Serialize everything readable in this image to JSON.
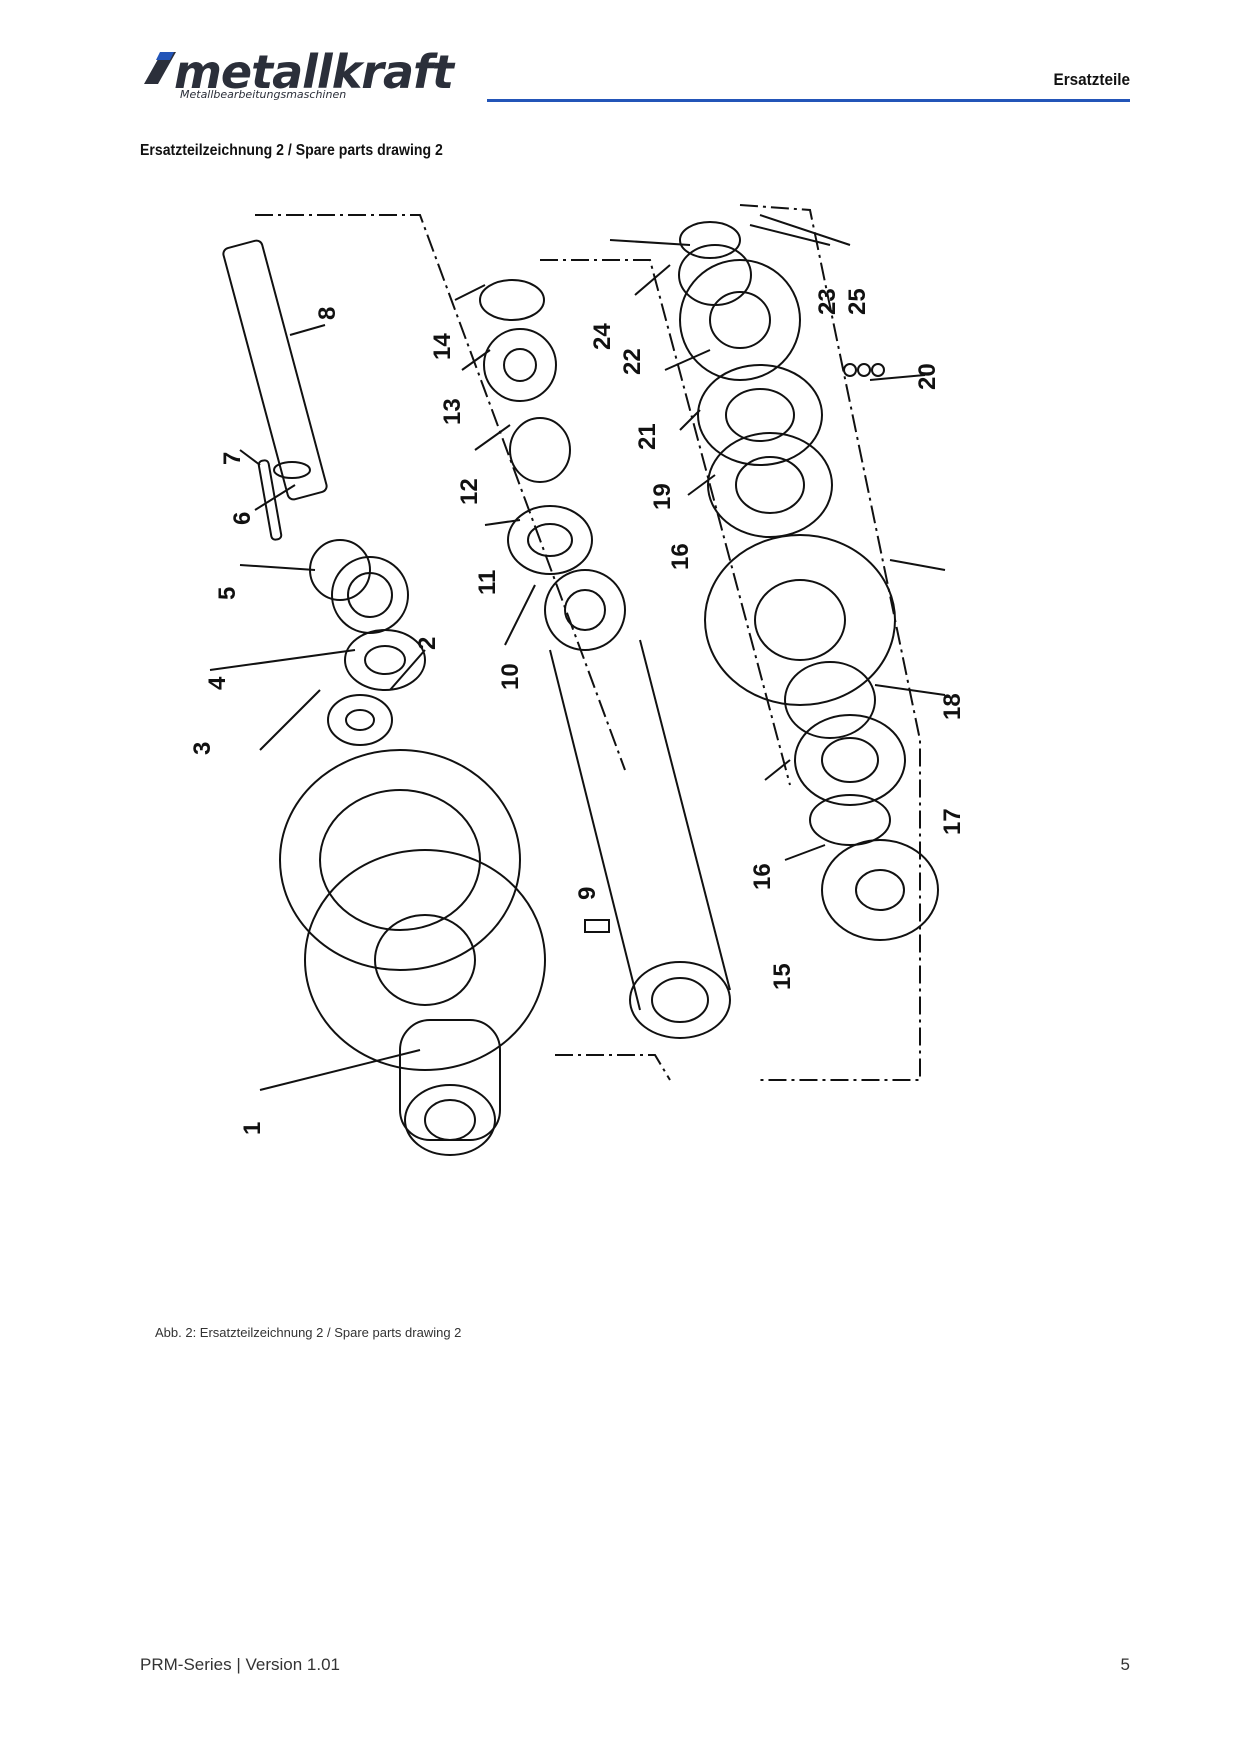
{
  "header": {
    "brand": "metallkraft",
    "brand_tagline": "Metallbearbeitungsmaschinen",
    "section": "Ersatzteile",
    "rule_color": "#2355b8"
  },
  "title": "Ersatzteilzeichnung 2 / Spare parts drawing 2",
  "figure": {
    "callouts": [
      "1",
      "2",
      "3",
      "4",
      "5",
      "6",
      "7",
      "8",
      "9",
      "10",
      "11",
      "12",
      "13",
      "14",
      "15",
      "16",
      "16",
      "17",
      "18",
      "19",
      "20",
      "21",
      "22",
      "23",
      "24",
      "25"
    ],
    "caption": "Abb. 2: Ersatzteilzeichnung 2 / Spare parts drawing 2"
  },
  "footer": {
    "series": "PRM-Series | Version 1.01",
    "page": "5"
  }
}
